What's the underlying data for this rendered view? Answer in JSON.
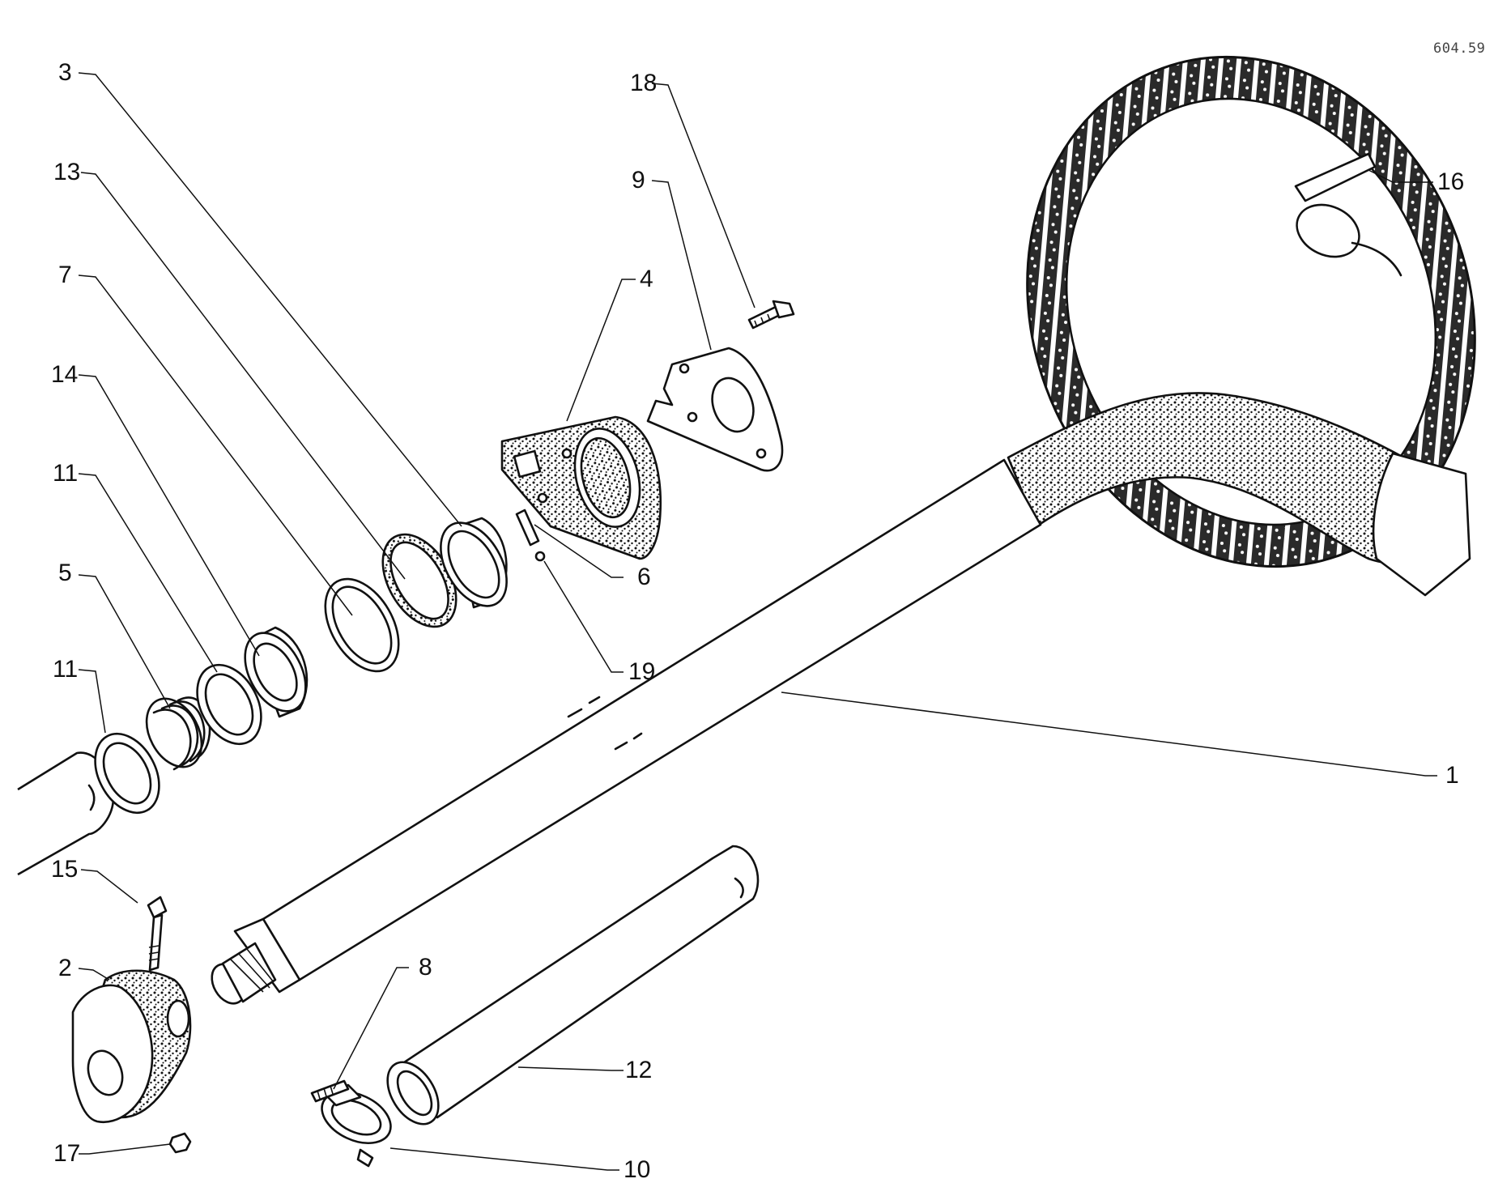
{
  "drawing_code": "604.59",
  "callouts": [
    {
      "key": "p1",
      "text": "1"
    },
    {
      "key": "p2",
      "text": "2"
    },
    {
      "key": "p3",
      "text": "3"
    },
    {
      "key": "p4",
      "text": "4"
    },
    {
      "key": "p5",
      "text": "5"
    },
    {
      "key": "p6",
      "text": "6"
    },
    {
      "key": "p7",
      "text": "7"
    },
    {
      "key": "p8",
      "text": "8"
    },
    {
      "key": "p9",
      "text": "9"
    },
    {
      "key": "p10",
      "text": "10"
    },
    {
      "key": "p11a",
      "text": "11"
    },
    {
      "key": "p11b",
      "text": "11"
    },
    {
      "key": "p12",
      "text": "12"
    },
    {
      "key": "p13",
      "text": "13"
    },
    {
      "key": "p14",
      "text": "14"
    },
    {
      "key": "p15",
      "text": "15"
    },
    {
      "key": "p16",
      "text": "16"
    },
    {
      "key": "p17",
      "text": "17"
    },
    {
      "key": "p18",
      "text": "18"
    },
    {
      "key": "p19",
      "text": "19"
    }
  ]
}
